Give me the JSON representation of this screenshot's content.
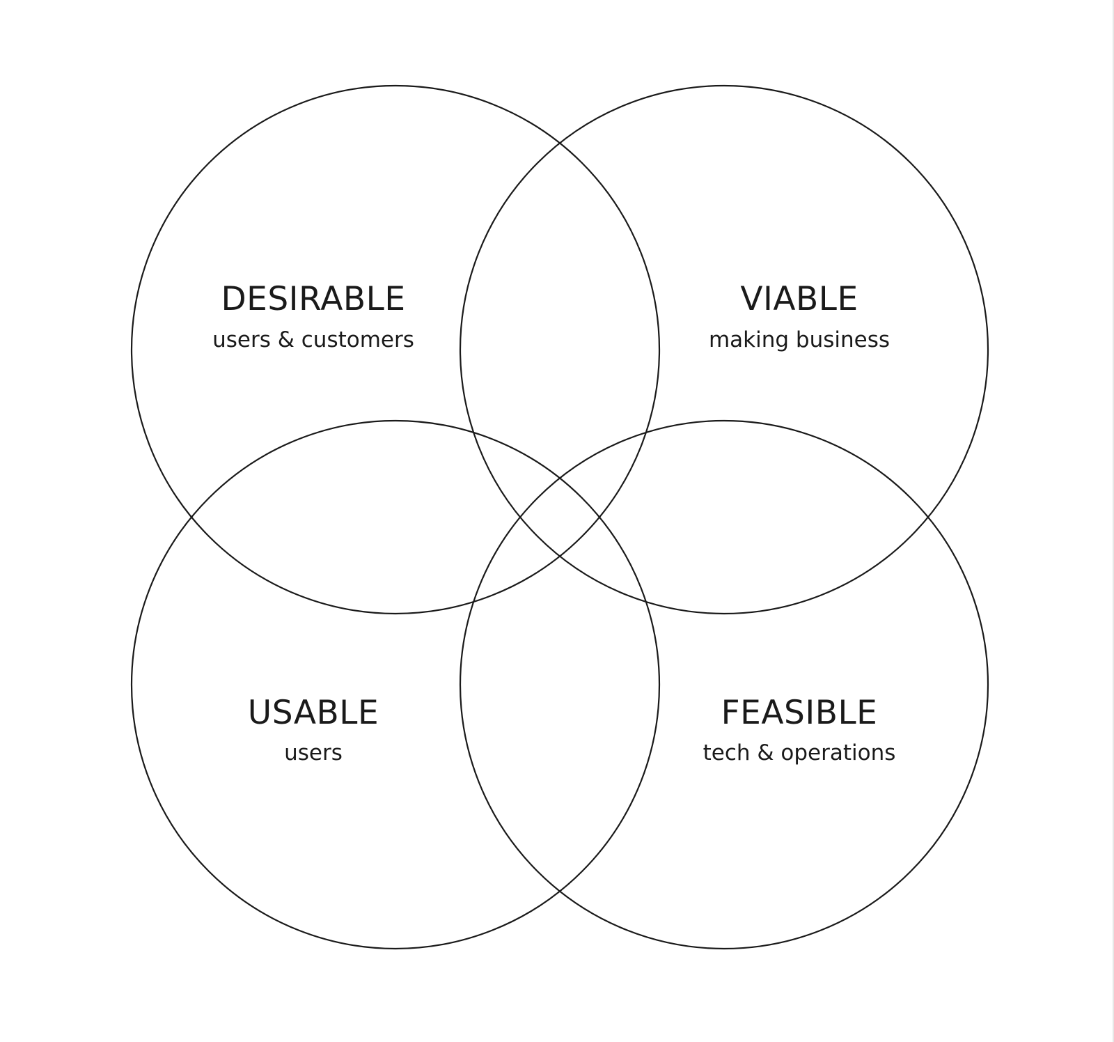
{
  "diagram": {
    "sets": [
      {
        "id": "desirable",
        "title": "DESIRABLE",
        "subtitle": "users & customers"
      },
      {
        "id": "viable",
        "title": "VIABLE",
        "subtitle": "making business"
      },
      {
        "id": "usable",
        "title": "USABLE",
        "subtitle": "users"
      },
      {
        "id": "feasible",
        "title": "FEASIBLE",
        "subtitle": "tech & operations"
      }
    ],
    "stroke_color": "#1a1a1a",
    "background_color": "#ffffff"
  }
}
